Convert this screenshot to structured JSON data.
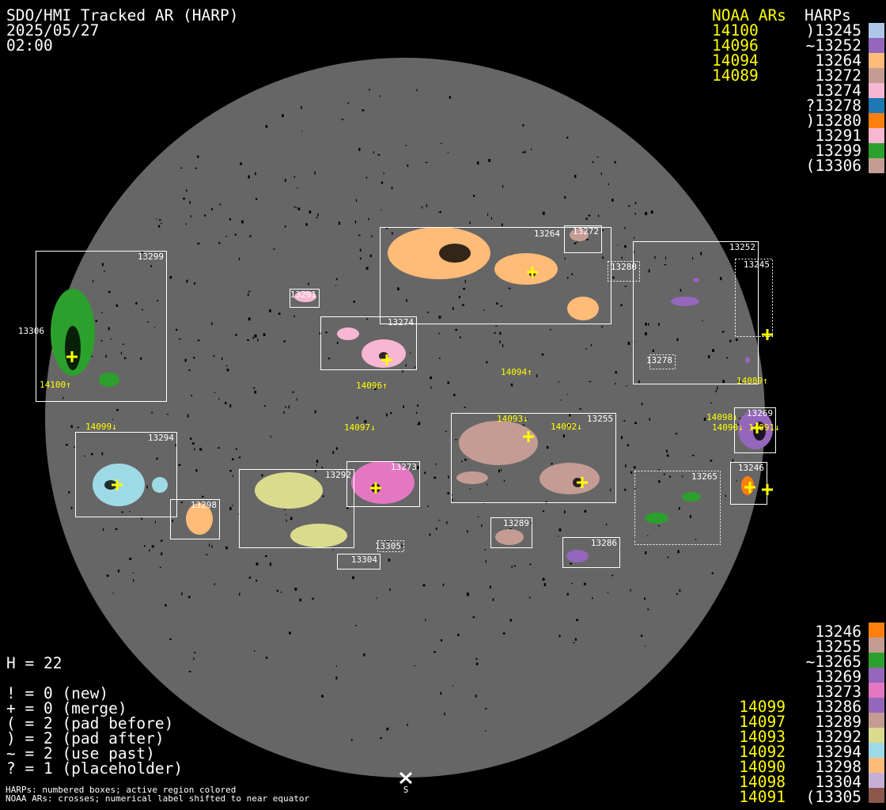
{
  "header": {
    "title": "SDO/HMI Tracked AR (HARP)",
    "date": "2025/05/27",
    "time": "02:00"
  },
  "top_legend": {
    "noaa_header": "NOAA ARs",
    "harps_header": "HARPs",
    "noaa": [
      "14100",
      "14096",
      "14094",
      "14089"
    ],
    "harps": [
      {
        "label": ")13245",
        "color": "#aec7e8"
      },
      {
        "label": "~13252",
        "color": "#9467bd"
      },
      {
        "label": "13264",
        "color": "#ffbb78"
      },
      {
        "label": "13272",
        "color": "#c49c94"
      },
      {
        "label": "13274",
        "color": "#f7b6d2"
      },
      {
        "label": "?13278",
        "color": "#1f77b4"
      },
      {
        "label": ")13280",
        "color": "#ff7f0e"
      },
      {
        "label": "13291",
        "color": "#f7b6d2"
      },
      {
        "label": "13299",
        "color": "#2ca02c"
      },
      {
        "label": "(13306",
        "color": "#c49c94"
      }
    ]
  },
  "bottom_legend": {
    "noaa": [
      "14099",
      "14097",
      "14093",
      "14092",
      "14090",
      "14098",
      "14091"
    ],
    "harps": [
      {
        "label": "13246",
        "color": "#ff7f0e"
      },
      {
        "label": "13255",
        "color": "#c49c94"
      },
      {
        "label": "~13265",
        "color": "#2ca02c"
      },
      {
        "label": "13269",
        "color": "#9467bd"
      },
      {
        "label": "13273",
        "color": "#e377c2"
      },
      {
        "label": "13286",
        "color": "#9467bd"
      },
      {
        "label": "13289",
        "color": "#c49c94"
      },
      {
        "label": "13292",
        "color": "#dbdb8d"
      },
      {
        "label": "13294",
        "color": "#9edae5"
      },
      {
        "label": "13298",
        "color": "#ffbb78"
      },
      {
        "label": "13304",
        "color": "#c5b0d5"
      },
      {
        "label": "(13305",
        "color": "#8c564b"
      }
    ]
  },
  "stats": {
    "h": "H = 22",
    "lines": [
      "! = 0 (new)",
      "+ = 0 (merge)",
      "( = 2 (pad before)",
      ") = 2 (pad after)",
      "~ = 2 (use past)",
      "? = 1 (placeholder)"
    ]
  },
  "footnote": {
    "line1": "HARPs: numbered boxes; active region colored",
    "line2": "NOAA ARs: crosses; numerical label shifted to near equator"
  },
  "south_label": "S",
  "disk": {
    "harp_boxes": [
      "13299",
      "13306",
      "13291",
      "13274",
      "13264",
      "13272",
      "13280",
      "13252",
      "13245",
      "13278",
      "13294",
      "13298",
      "13292",
      "13273",
      "13305",
      "13304",
      "13255",
      "13289",
      "13286",
      "13265",
      "13269",
      "13246"
    ],
    "noaa_labels": [
      "14100↑",
      "14096↑",
      "14094↑",
      "14089↑",
      "14099↓",
      "14097↓",
      "14093↓",
      "14092↓",
      "14098↓",
      "14090↓",
      "14091↓"
    ]
  },
  "colors": {
    "disk": "#666666",
    "noaa": "#ffff00",
    "text": "#ffffff",
    "background": "#000000"
  }
}
